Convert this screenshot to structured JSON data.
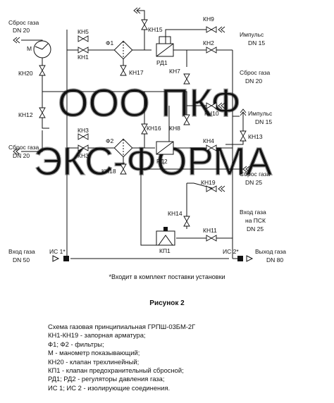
{
  "watermark": {
    "line1": "ООО ПКФ",
    "line2": "ЭКС-ФОРМА"
  },
  "labels": {
    "vent_left_top": {
      "l1": "Сброс газа",
      "l2": "DN 20"
    },
    "vent_left_mid": {
      "l1": "Сброс газа",
      "l2": "DN 20"
    },
    "vent_right_1": {
      "l1": "Сброс газа",
      "l2": "DN 20"
    },
    "vent_right_2": {
      "l1": "Сброс газа",
      "l2": "DN 25"
    },
    "impulse_1": {
      "l1": "Импульс",
      "l2": "DN 15"
    },
    "impulse_2": {
      "l1": "Импульс",
      "l2": "DN 15"
    },
    "gas_inlet": {
      "l1": "Вход газа",
      "l2": "DN 50"
    },
    "gas_outlet": {
      "l1": "Выход газа",
      "l2": "DN 80"
    },
    "gas_inlet_psk": {
      "l1": "Вход газа",
      "l2": "на ПСК",
      "l3": "DN 25"
    },
    "manometer": "М",
    "valves": {
      "kn1": "КН1",
      "kn2": "КН2",
      "kn3a": "КН3",
      "kn3b": "КН3",
      "kn4": "КН4",
      "kn5": "КН5",
      "kn7": "КН7",
      "kn8": "КН8",
      "kn9": "КН9",
      "kn10": "КН10",
      "kn11": "КН11",
      "kn12": "КН12",
      "kn13": "КН13",
      "kn14": "КН14",
      "kn15": "КН15",
      "kn16": "КН16",
      "kn17": "КН17",
      "kn18": "КН18",
      "kn19": "КН19",
      "kn20": "КН20"
    },
    "filters": {
      "f1": "Ф1",
      "f2": "Ф2"
    },
    "regulators": {
      "rd1": "РД1",
      "rd2": "РД2"
    },
    "relief": "КП1",
    "insulating": {
      "is1": "ИС 1*",
      "is2": "ИС 2*"
    }
  },
  "footnote": "*Входит в комплект поставки установки",
  "figure_title": "Рисунок 2",
  "legend": [
    "Схема газовая принципиальная ГРПШ-03БМ-2Г",
    "КН1-КН19 - запорная арматура;",
    "Ф1; Ф2 - фильтры;",
    "М - манометр показывающий;",
    "КН20 - клапан трехлинейный;",
    "КП1 - клапан предохранительный сбросной;",
    "РД1; РД2 - регуляторы давления газа;",
    "ИС 1; ИС 2 - изолирующие соединения."
  ]
}
